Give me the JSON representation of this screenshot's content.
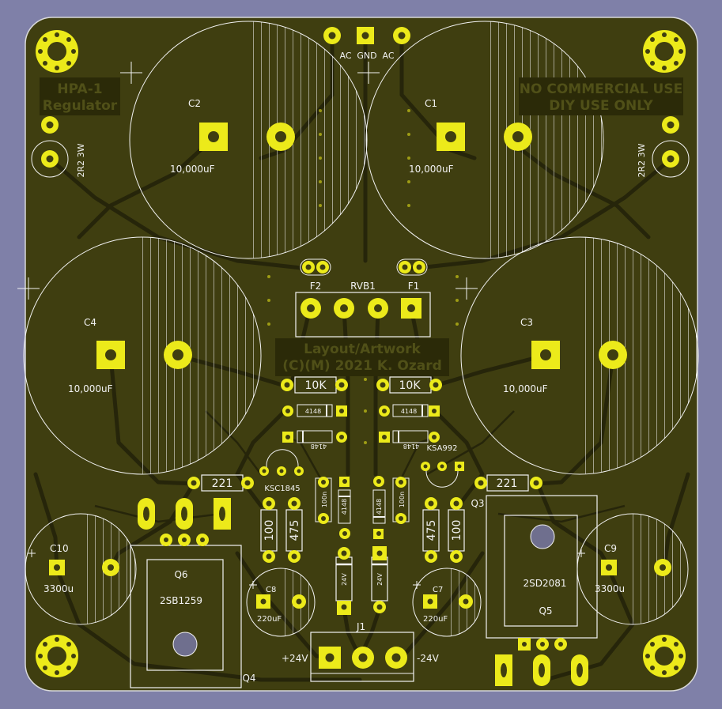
{
  "colors": {
    "background": "#7f80a8",
    "board": "#3f3e10",
    "board_edge": "#d9d9d9",
    "copper": "#ecea1a",
    "silk": "#f2f2f2",
    "trace": "#26250a",
    "hole": "#6f6f8e",
    "label_bg": "#2b2a08",
    "label_text": "#505018"
  },
  "title_block": {
    "name": "HPA-1",
    "subtitle": "Regulator"
  },
  "notice": {
    "line1": "NO COMMERCIAL USE",
    "line2": "DIY USE ONLY"
  },
  "credit": {
    "line1": "Layout/Artwork",
    "line2": "(C)(M) 2021 K. Ozard"
  },
  "ac_header": {
    "pins": [
      "AC",
      "GND",
      "AC"
    ]
  },
  "capacitors": {
    "c1": {
      "ref": "C1",
      "value": "10,000uF"
    },
    "c2": {
      "ref": "C2",
      "value": "10,000uF"
    },
    "c3": {
      "ref": "C3",
      "value": "10,000uF"
    },
    "c4": {
      "ref": "C4",
      "value": "10,000uF"
    },
    "c7": {
      "ref": "C7",
      "value": "220uF"
    },
    "c8": {
      "ref": "C8",
      "value": "220uF"
    },
    "c9": {
      "ref": "C9",
      "value": "3300u"
    },
    "c10": {
      "ref": "C10",
      "value": "3300u"
    }
  },
  "resistors": {
    "r_10k_left": "10K",
    "r_10k_right": "10K",
    "r_221_left": "221",
    "r_221_right": "221",
    "r_100_left": "100",
    "r_475_left": "475",
    "r_475_right": "475",
    "r_100_right": "100",
    "r_2r2_left": "2R2 3W",
    "r_2r2_right": "2R2 3W"
  },
  "diodes": {
    "d_4148": "4148",
    "d_4148_rot": "4148",
    "zener": "24V"
  },
  "small_caps": {
    "c_100n": "100n"
  },
  "bridge": {
    "ref": "RVB1",
    "f1": "F1",
    "f2": "F2"
  },
  "transistors": {
    "q3": {
      "ref": "Q3"
    },
    "q4": {
      "ref": "Q4"
    },
    "q5": {
      "ref": "Q5",
      "part": "2SD2081"
    },
    "q6": {
      "ref": "Q6",
      "part": "2SB1259"
    },
    "ksc": "KSC1845",
    "ksa": "KSA992"
  },
  "output": {
    "ref": "J1",
    "pos": "+24V",
    "neg": "-24V"
  }
}
